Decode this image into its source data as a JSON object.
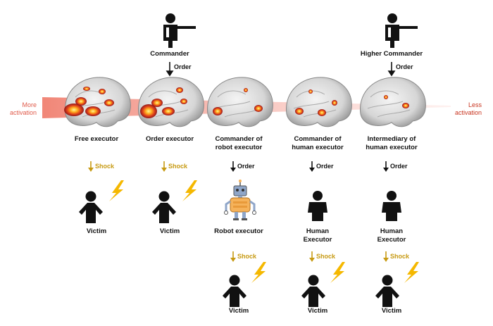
{
  "colors": {
    "gradient_start": "#f08070",
    "gradient_end": "#fde7e4",
    "shock_color": "#c79a12",
    "bolt_color": "#f5b800",
    "robot_body": "#f5b25a",
    "robot_head": "#8fa6c9"
  },
  "side_labels": {
    "left_line1": "More",
    "left_line2": "activation",
    "right_line1": "Less",
    "right_line2": "activation"
  },
  "commanders": [
    {
      "label": "Commander",
      "order": "Order"
    },
    {
      "label": "Higher Commander",
      "order": "Order"
    }
  ],
  "conditions": [
    {
      "brain_label_1": "Free executor",
      "brain_label_2": "",
      "action_label": "Shock",
      "action_type": "shock",
      "subject_label_1": "Victim",
      "subject_label_2": "",
      "subject_type": "victim"
    },
    {
      "brain_label_1": "Order executor",
      "brain_label_2": "",
      "action_label": "Shock",
      "action_type": "shock",
      "subject_label_1": "Victim",
      "subject_label_2": "",
      "subject_type": "victim"
    },
    {
      "brain_label_1": "Commander of",
      "brain_label_2": "robot executor",
      "action_label": "Order",
      "action_type": "order",
      "subject_label_1": "Robot executor",
      "subject_label_2": "",
      "subject_type": "robot",
      "second_action": "Shock",
      "second_subject": "Victim"
    },
    {
      "brain_label_1": "Commander of",
      "brain_label_2": "human executor",
      "action_label": "Order",
      "action_type": "order",
      "subject_label_1": "Human",
      "subject_label_2": "Executor",
      "subject_type": "human",
      "second_action": "Shock",
      "second_subject": "Victim"
    },
    {
      "brain_label_1": "Intermediary of",
      "brain_label_2": "human executor",
      "action_label": "Order",
      "action_type": "order",
      "subject_label_1": "Human",
      "subject_label_2": "Executor",
      "subject_type": "human",
      "second_action": "Shock",
      "second_subject": "Victim"
    }
  ]
}
